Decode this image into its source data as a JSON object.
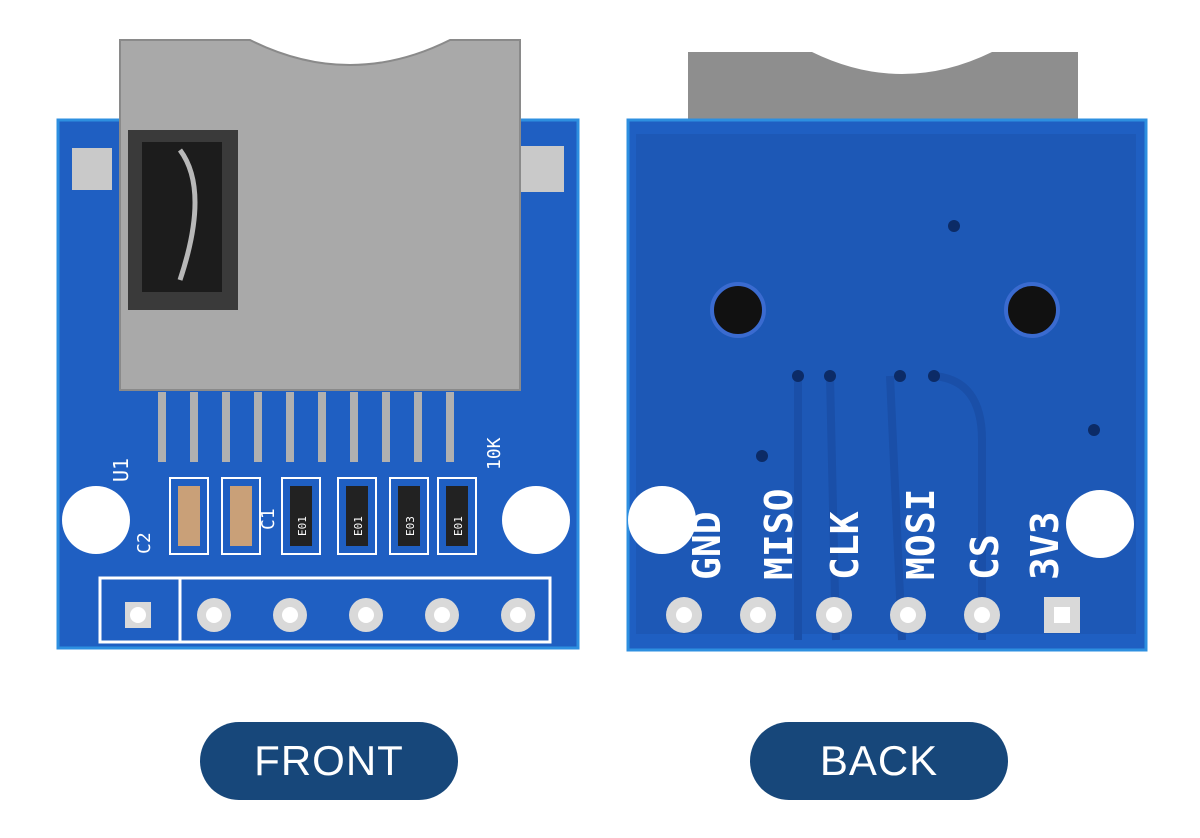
{
  "colors": {
    "pcb": "#1f5fc2",
    "pcb_dark": "#163f8e",
    "pcb_edge": "#2d8fe0",
    "silk": "#ffffff",
    "metal": "#a9a9a9",
    "metal_dark": "#7e7e7e",
    "label_bg": "#17477a"
  },
  "front": {
    "label": "FRONT",
    "silk": {
      "u1": "U1",
      "c2": "C2",
      "c1": "C1",
      "r10k": "10K",
      "resistor_code": "E01",
      "resistor_code_alt": "E03"
    }
  },
  "back": {
    "label": "BACK",
    "pins": [
      "GND",
      "MISO",
      "CLK",
      "MOSI",
      "CS",
      "3V3"
    ]
  }
}
